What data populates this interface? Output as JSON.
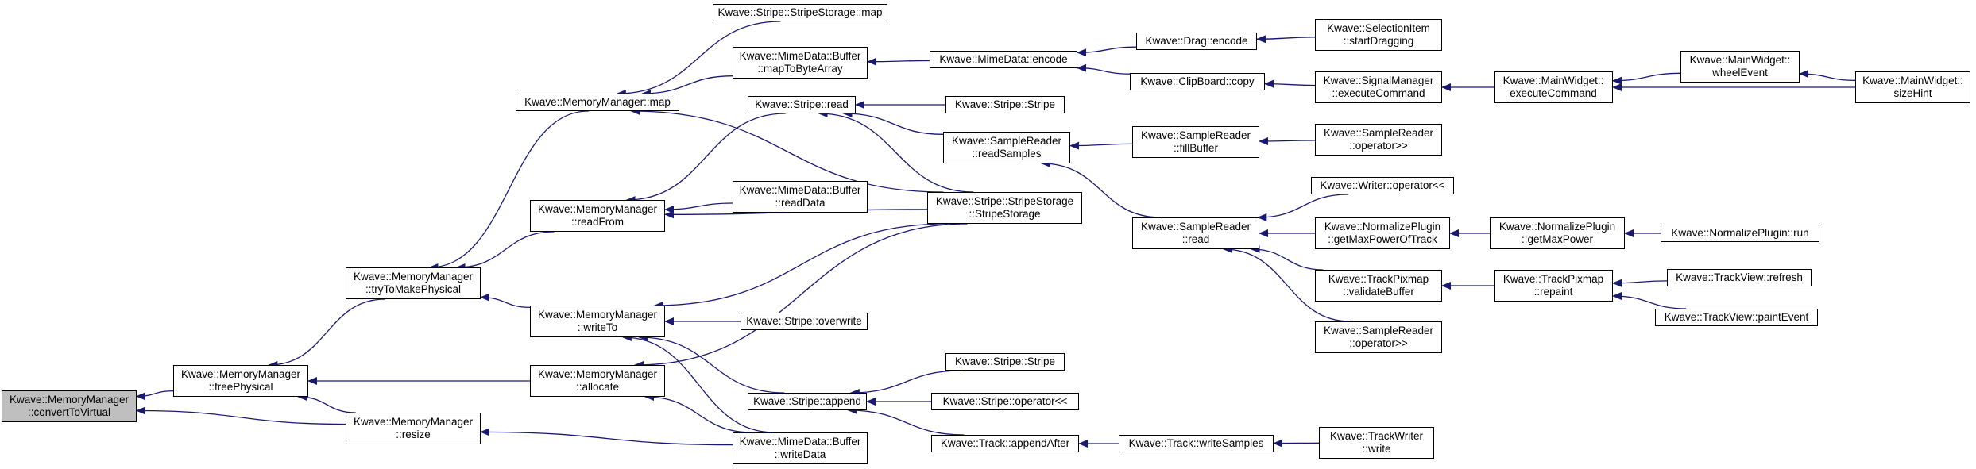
{
  "colors": {
    "edge": "#191970",
    "node_border": "#000000",
    "node_fill": "#ffffff",
    "focus_fill": "#bfbfbf"
  },
  "nodes": [
    {
      "id": "n_convert",
      "lines": [
        "Kwave::MemoryManager",
        "::convertToVirtual"
      ],
      "focus": true
    },
    {
      "id": "n_freePhysical",
      "lines": [
        "Kwave::MemoryManager",
        "::freePhysical"
      ]
    },
    {
      "id": "n_resize",
      "lines": [
        "Kwave::MemoryManager",
        "::resize"
      ]
    },
    {
      "id": "n_tryToMakePhysical",
      "lines": [
        "Kwave::MemoryManager",
        "::tryToMakePhysical"
      ]
    },
    {
      "id": "n_allocate",
      "lines": [
        "Kwave::MemoryManager",
        "::allocate"
      ]
    },
    {
      "id": "n_map",
      "lines": [
        "Kwave::MemoryManager::map"
      ]
    },
    {
      "id": "n_readFrom",
      "lines": [
        "Kwave::MemoryManager",
        "::readFrom"
      ]
    },
    {
      "id": "n_writeTo",
      "lines": [
        "Kwave::MemoryManager",
        "::writeTo"
      ]
    },
    {
      "id": "n_stripeStorageMap",
      "lines": [
        "Kwave::Stripe::StripeStorage::map"
      ]
    },
    {
      "id": "n_mapToByteArray",
      "lines": [
        "Kwave::MimeData::Buffer",
        "::mapToByteArray"
      ]
    },
    {
      "id": "n_stripeRead",
      "lines": [
        "Kwave::Stripe::read"
      ]
    },
    {
      "id": "n_readData",
      "lines": [
        "Kwave::MimeData::Buffer",
        "::readData"
      ]
    },
    {
      "id": "n_overwrite",
      "lines": [
        "Kwave::Stripe::overwrite"
      ]
    },
    {
      "id": "n_stripeAppend",
      "lines": [
        "Kwave::Stripe::append"
      ]
    },
    {
      "id": "n_writeData",
      "lines": [
        "Kwave::MimeData::Buffer",
        "::writeData"
      ]
    },
    {
      "id": "n_mimeEncode",
      "lines": [
        "Kwave::MimeData::encode"
      ]
    },
    {
      "id": "n_stripeStripe1",
      "lines": [
        "Kwave::Stripe::Stripe"
      ]
    },
    {
      "id": "n_readSamples",
      "lines": [
        "Kwave::SampleReader",
        "::readSamples"
      ]
    },
    {
      "id": "n_stripeStorageCtor",
      "lines": [
        "Kwave::Stripe::StripeStorage",
        "::StripeStorage"
      ]
    },
    {
      "id": "n_stripeStripe2",
      "lines": [
        "Kwave::Stripe::Stripe"
      ]
    },
    {
      "id": "n_stripeOpShift",
      "lines": [
        "Kwave::Stripe::operator<<"
      ]
    },
    {
      "id": "n_appendAfter",
      "lines": [
        "Kwave::Track::appendAfter"
      ]
    },
    {
      "id": "n_dragEncode",
      "lines": [
        "Kwave::Drag::encode"
      ]
    },
    {
      "id": "n_clipboardCopy",
      "lines": [
        "Kwave::ClipBoard::copy"
      ]
    },
    {
      "id": "n_fillBuffer",
      "lines": [
        "Kwave::SampleReader",
        "::fillBuffer"
      ]
    },
    {
      "id": "n_sampleReaderRead",
      "lines": [
        "Kwave::SampleReader",
        "::read"
      ]
    },
    {
      "id": "n_writeSamples",
      "lines": [
        "Kwave::Track::writeSamples"
      ]
    },
    {
      "id": "n_startDragging",
      "lines": [
        "Kwave::SelectionItem",
        "::startDragging"
      ]
    },
    {
      "id": "n_executeCommand",
      "lines": [
        "Kwave::SignalManager",
        "::executeCommand"
      ]
    },
    {
      "id": "n_opRightShift1",
      "lines": [
        "Kwave::SampleReader",
        "::operator>>"
      ]
    },
    {
      "id": "n_writerOpShift",
      "lines": [
        "Kwave::Writer::operator<<"
      ]
    },
    {
      "id": "n_getMaxPowerOfTrack",
      "lines": [
        "Kwave::NormalizePlugin",
        "::getMaxPowerOfTrack"
      ]
    },
    {
      "id": "n_validateBuffer",
      "lines": [
        "Kwave::TrackPixmap",
        "::validateBuffer"
      ]
    },
    {
      "id": "n_opRightShift2",
      "lines": [
        "Kwave::SampleReader",
        "::operator>>"
      ]
    },
    {
      "id": "n_trackWriterWrite",
      "lines": [
        "Kwave::TrackWriter",
        "::write"
      ]
    },
    {
      "id": "n_mainWidgetExecute",
      "lines": [
        "Kwave::MainWidget::",
        "executeCommand"
      ]
    },
    {
      "id": "n_getMaxPower",
      "lines": [
        "Kwave::NormalizePlugin",
        "::getMaxPower"
      ]
    },
    {
      "id": "n_repaint",
      "lines": [
        "Kwave::TrackPixmap",
        "::repaint"
      ]
    },
    {
      "id": "n_wheelEvent",
      "lines": [
        "Kwave::MainWidget::",
        "wheelEvent"
      ]
    },
    {
      "id": "n_normalizeRun",
      "lines": [
        "Kwave::NormalizePlugin::run"
      ]
    },
    {
      "id": "n_trackViewRefresh",
      "lines": [
        "Kwave::TrackView::refresh"
      ]
    },
    {
      "id": "n_trackViewPaint",
      "lines": [
        "Kwave::TrackView::paintEvent"
      ]
    },
    {
      "id": "n_sizeHint",
      "lines": [
        "Kwave::MainWidget::",
        "sizeHint"
      ]
    }
  ],
  "edges": [
    [
      "n_freePhysical",
      "n_convert"
    ],
    [
      "n_resize",
      "n_convert"
    ],
    [
      "n_tryToMakePhysical",
      "n_freePhysical"
    ],
    [
      "n_allocate",
      "n_freePhysical"
    ],
    [
      "n_resize",
      "n_freePhysical"
    ],
    [
      "n_map",
      "n_tryToMakePhysical"
    ],
    [
      "n_readFrom",
      "n_tryToMakePhysical"
    ],
    [
      "n_writeTo",
      "n_tryToMakePhysical"
    ],
    [
      "n_writeData",
      "n_resize"
    ],
    [
      "n_stripeStorageMap",
      "n_map"
    ],
    [
      "n_mapToByteArray",
      "n_map"
    ],
    [
      "n_stripeStorageCtor",
      "n_map"
    ],
    [
      "n_stripeRead",
      "n_readFrom"
    ],
    [
      "n_readData",
      "n_readFrom"
    ],
    [
      "n_stripeStorageCtor",
      "n_readFrom"
    ],
    [
      "n_stripeStorageCtor",
      "n_writeTo"
    ],
    [
      "n_overwrite",
      "n_writeTo"
    ],
    [
      "n_stripeAppend",
      "n_writeTo"
    ],
    [
      "n_writeData",
      "n_writeTo"
    ],
    [
      "n_stripeStorageCtor",
      "n_allocate"
    ],
    [
      "n_writeData",
      "n_allocate"
    ],
    [
      "n_mimeEncode",
      "n_mapToByteArray"
    ],
    [
      "n_stripeStripe1",
      "n_stripeRead"
    ],
    [
      "n_readSamples",
      "n_stripeRead"
    ],
    [
      "n_stripeStorageCtor",
      "n_stripeRead"
    ],
    [
      "n_stripeStripe2",
      "n_stripeAppend"
    ],
    [
      "n_stripeOpShift",
      "n_stripeAppend"
    ],
    [
      "n_appendAfter",
      "n_stripeAppend"
    ],
    [
      "n_dragEncode",
      "n_mimeEncode"
    ],
    [
      "n_clipboardCopy",
      "n_mimeEncode"
    ],
    [
      "n_fillBuffer",
      "n_readSamples"
    ],
    [
      "n_sampleReaderRead",
      "n_readSamples"
    ],
    [
      "n_writeSamples",
      "n_appendAfter"
    ],
    [
      "n_startDragging",
      "n_dragEncode"
    ],
    [
      "n_executeCommand",
      "n_clipboardCopy"
    ],
    [
      "n_opRightShift1",
      "n_fillBuffer"
    ],
    [
      "n_writerOpShift",
      "n_sampleReaderRead"
    ],
    [
      "n_getMaxPowerOfTrack",
      "n_sampleReaderRead"
    ],
    [
      "n_validateBuffer",
      "n_sampleReaderRead"
    ],
    [
      "n_opRightShift2",
      "n_sampleReaderRead"
    ],
    [
      "n_trackWriterWrite",
      "n_writeSamples"
    ],
    [
      "n_mainWidgetExecute",
      "n_executeCommand"
    ],
    [
      "n_getMaxPower",
      "n_getMaxPowerOfTrack"
    ],
    [
      "n_repaint",
      "n_validateBuffer"
    ],
    [
      "n_wheelEvent",
      "n_mainWidgetExecute"
    ],
    [
      "n_sizeHint",
      "n_mainWidgetExecute"
    ],
    [
      "n_normalizeRun",
      "n_getMaxPower"
    ],
    [
      "n_trackViewRefresh",
      "n_repaint"
    ],
    [
      "n_trackViewPaint",
      "n_repaint"
    ],
    [
      "n_sizeHint",
      "n_wheelEvent"
    ]
  ]
}
